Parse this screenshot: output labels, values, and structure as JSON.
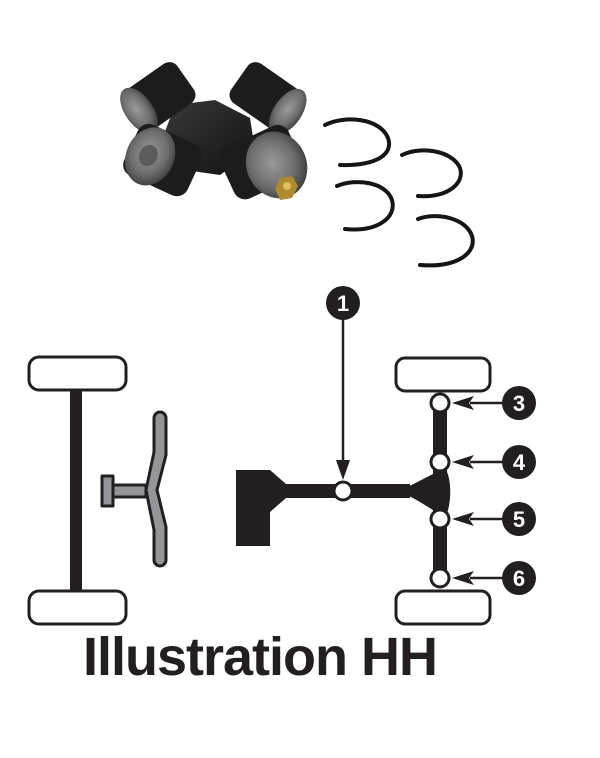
{
  "caption": "Illustration HH",
  "photo": {
    "subject": "universal-joint-cross-with-snap-rings",
    "snap_ring_count": 4
  },
  "diagram": {
    "type": "drivetrain-schematic",
    "callouts": [
      {
        "number": "1",
        "label": "1",
        "target": "driveshaft-u-joint"
      },
      {
        "number": "3",
        "label": "3",
        "target": "upper-outer-axle-joint"
      },
      {
        "number": "4",
        "label": "4",
        "target": "upper-inner-axle-joint"
      },
      {
        "number": "5",
        "label": "5",
        "target": "lower-inner-axle-joint"
      },
      {
        "number": "6",
        "label": "6",
        "target": "lower-outer-axle-joint"
      }
    ],
    "colors": {
      "line": "#231f20",
      "steering": "#939598",
      "joint_fill": "#ffffff",
      "callout_fill": "#231f20",
      "callout_text": "#ffffff"
    }
  }
}
